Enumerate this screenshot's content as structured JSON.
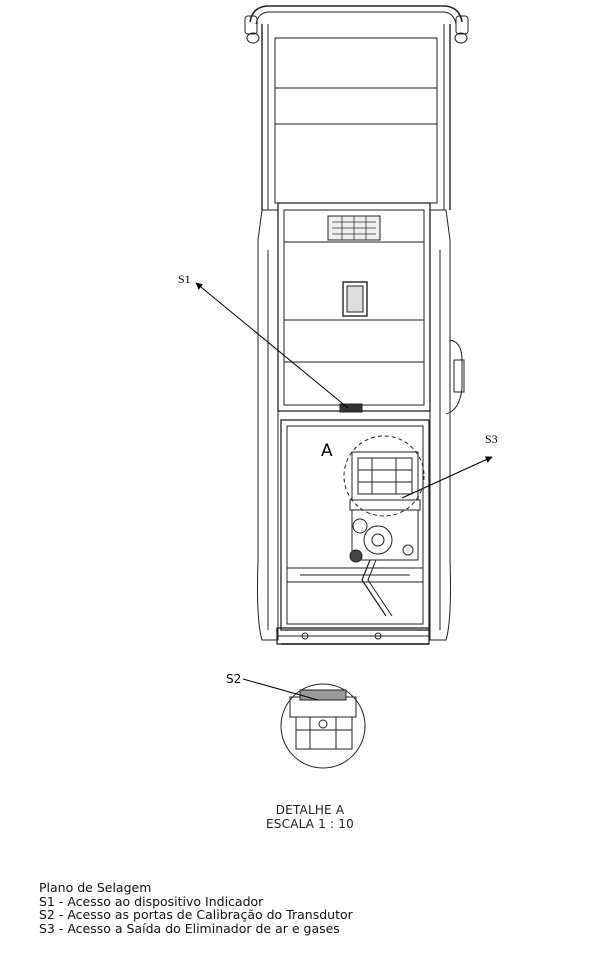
{
  "callouts": {
    "s1": "S1",
    "s2": "S2",
    "s3": "S3",
    "detail_marker": "A"
  },
  "detail": {
    "title": "DETALHE A",
    "scale": "ESCALA 1 : 10"
  },
  "legend": {
    "title": "Plano de Selagem",
    "items": [
      "S1 - Acesso ao dispositivo Indicador",
      "S2 - Acesso as portas de Calibração do Transdutor",
      "S3 - Acesso a Saída do Eliminador de ar e gases"
    ]
  }
}
